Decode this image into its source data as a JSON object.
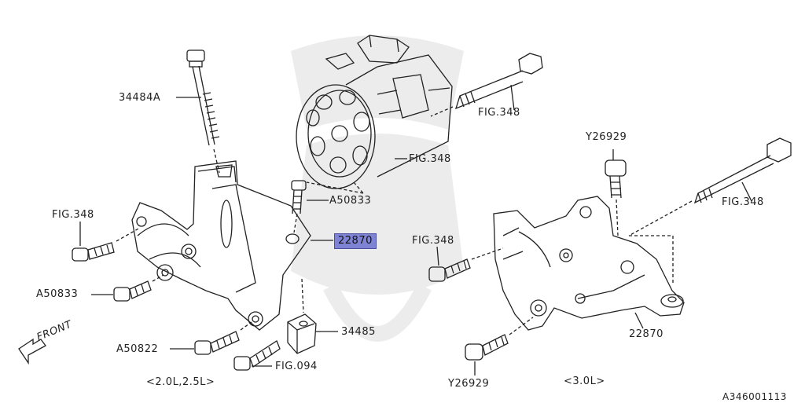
{
  "labels": {
    "part_34484A": "34484A",
    "fig348_top": "FIG.348",
    "fig348_pump": "FIG.348",
    "a50833_upper": "A50833",
    "part_22870_highlight": "22870",
    "fig348_left": "FIG.348",
    "a50833_lower": "A50833",
    "part_34485": "34485",
    "a50822": "A50822",
    "fig094": "FIG.094",
    "variant_left": "<2.0L,2.5L>",
    "y26929_top": "Y26929",
    "fig348_right_long": "FIG.348",
    "fig348_right_small": "FIG.348",
    "part_22870_right": "22870",
    "y26929_bottom": "Y26929",
    "variant_right": "<3.0L>",
    "front_indicator": "FRONT",
    "diagram_code": "A346001113"
  },
  "colors": {
    "highlight": "#7f83d4",
    "line": "#222222"
  }
}
